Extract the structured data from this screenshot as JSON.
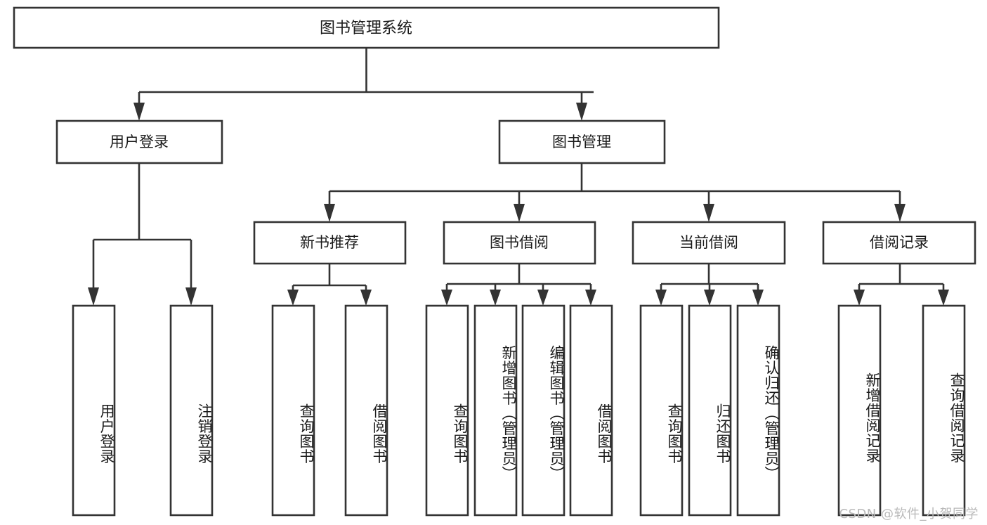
{
  "diagram": {
    "type": "tree",
    "title": "图书管理系统",
    "watermark": "CSDN @软件_小贺同学",
    "colors": {
      "stroke": "#333333",
      "fill": "#ffffff",
      "text": "#1a1a1a",
      "watermark": "#b9b9b9"
    },
    "nodes": {
      "root": {
        "label": "图书管理系统"
      },
      "level2": [
        {
          "label": "用户登录"
        },
        {
          "label": "图书管理"
        }
      ],
      "level3": [
        {
          "label": "新书推荐"
        },
        {
          "label": "图书借阅"
        },
        {
          "label": "当前借阅"
        },
        {
          "label": "借阅记录"
        }
      ],
      "leaves": [
        {
          "label": "用户登录",
          "parent": "用户登录"
        },
        {
          "label": "注销登录",
          "parent": "用户登录"
        },
        {
          "label": "查询图书",
          "parent": "新书推荐"
        },
        {
          "label": "借阅图书",
          "parent": "新书推荐"
        },
        {
          "label": "查询图书",
          "parent": "图书借阅"
        },
        {
          "label": "新增图书（管理员）",
          "parent": "图书借阅"
        },
        {
          "label": "编辑图书（管理员）",
          "parent": "图书借阅"
        },
        {
          "label": "借阅图书",
          "parent": "图书借阅"
        },
        {
          "label": "查询图书",
          "parent": "当前借阅"
        },
        {
          "label": "归还图书",
          "parent": "当前借阅"
        },
        {
          "label": "确认归还（管理员）",
          "parent": "当前借阅"
        },
        {
          "label": "新增借阅记录",
          "parent": "借阅记录"
        },
        {
          "label": "查询借阅记录",
          "parent": "借阅记录"
        }
      ]
    }
  }
}
